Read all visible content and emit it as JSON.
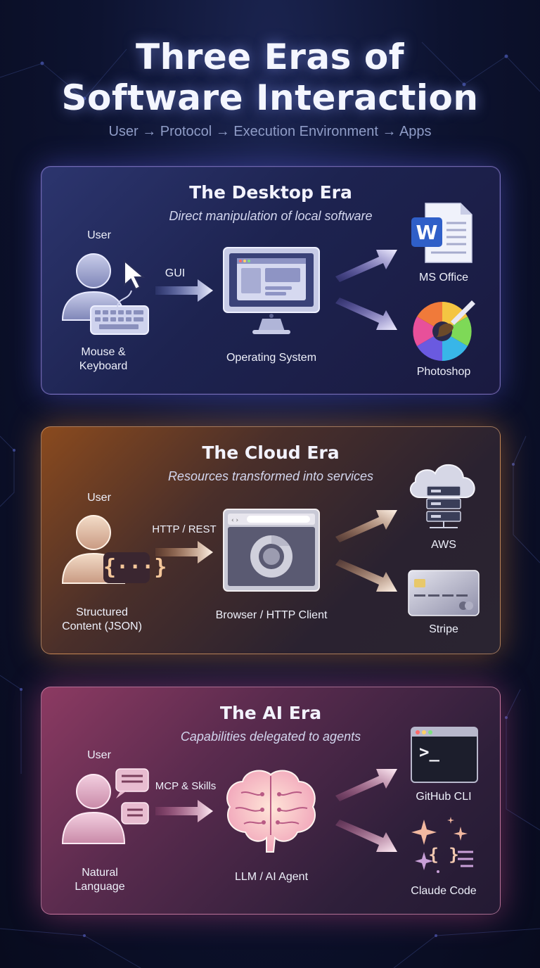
{
  "header": {
    "title_line1": "Three Eras of",
    "title_line2": "Software Interaction",
    "subtitle": "User → Protocol → Execution Environment → Apps"
  },
  "eras": [
    {
      "title": "The Desktop Era",
      "subtitle": "Direct manipulation of local software",
      "user_label": "User",
      "input_label_line1": "Mouse &",
      "input_label_line2": "Keyboard",
      "protocol": "GUI",
      "environment": "Operating System",
      "apps": [
        "MS Office",
        "Photoshop"
      ],
      "accent": "#8f7dff"
    },
    {
      "title": "The Cloud Era",
      "subtitle": "Resources transformed into services",
      "user_label": "User",
      "input_label_line1": "Structured",
      "input_label_line2": "Content (JSON)",
      "protocol": "HTTP / REST",
      "environment": "Browser / HTTP Client",
      "apps": [
        "AWS",
        "Stripe"
      ],
      "accent": "#f0a060"
    },
    {
      "title": "The AI Era",
      "subtitle": "Capabilities delegated to agents",
      "user_label": "User",
      "input_label_line1": "Natural",
      "input_label_line2": "Language",
      "protocol": "MCP & Skills",
      "environment": "LLM / AI Agent",
      "apps": [
        "GitHub CLI",
        "Claude Code"
      ],
      "accent": "#f07ab0"
    }
  ],
  "icons": {
    "word_letter": "W",
    "json_braces": "{···}",
    "terminal_prompt": ">_",
    "braces": "{ }"
  }
}
